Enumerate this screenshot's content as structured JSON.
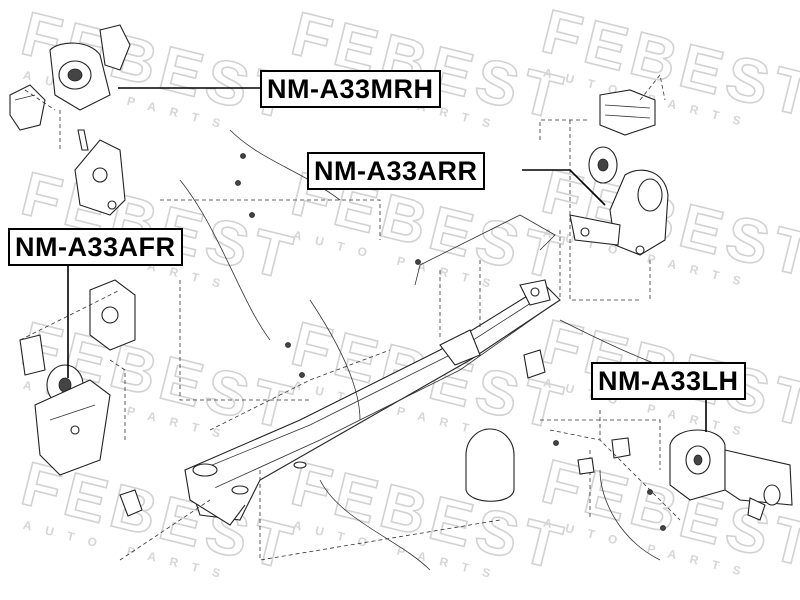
{
  "watermark": {
    "brand": "FEBEST",
    "subtitle": "AUTO PARTS"
  },
  "part_labels": {
    "mrh": "NM-A33MRH",
    "arr": "NM-A33ARR",
    "afr": "NM-A33AFR",
    "lh": "NM-A33LH"
  },
  "colors": {
    "line": "#222222",
    "watermark": "#d2d2d2",
    "label_border": "#000000"
  }
}
